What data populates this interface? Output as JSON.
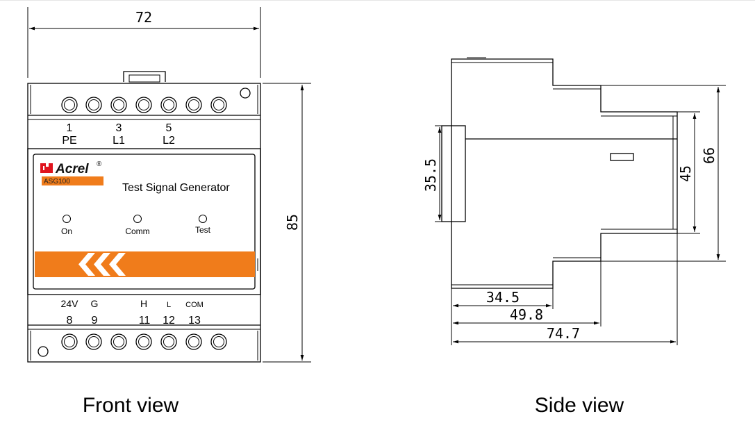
{
  "front": {
    "dim_width": "72",
    "dim_height": "85",
    "terminals_top": [
      {
        "num": "1",
        "name": "PE"
      },
      {
        "num": "3",
        "name": "L1"
      },
      {
        "num": "5",
        "name": "L2"
      }
    ],
    "terminals_bottom": [
      {
        "num": "8",
        "name": "24V"
      },
      {
        "num": "9",
        "name": "G"
      },
      {
        "num": "11",
        "name": "H"
      },
      {
        "num": "12",
        "name": "L"
      },
      {
        "num": "13",
        "name": "COM"
      }
    ],
    "brand": "Acrel",
    "brand_mark": "®",
    "model": "ASG100",
    "product_name": "Test Signal Generator",
    "leds": [
      "On",
      "Comm",
      "Test"
    ],
    "caption": "Front view",
    "colors": {
      "accent": "#f07c1b"
    }
  },
  "side": {
    "dim_left": "35.5",
    "dim_45": "45",
    "dim_66": "66",
    "dim_34_5": "34.5",
    "dim_49_8": "49.8",
    "dim_74_7": "74.7",
    "caption": "Side view"
  }
}
